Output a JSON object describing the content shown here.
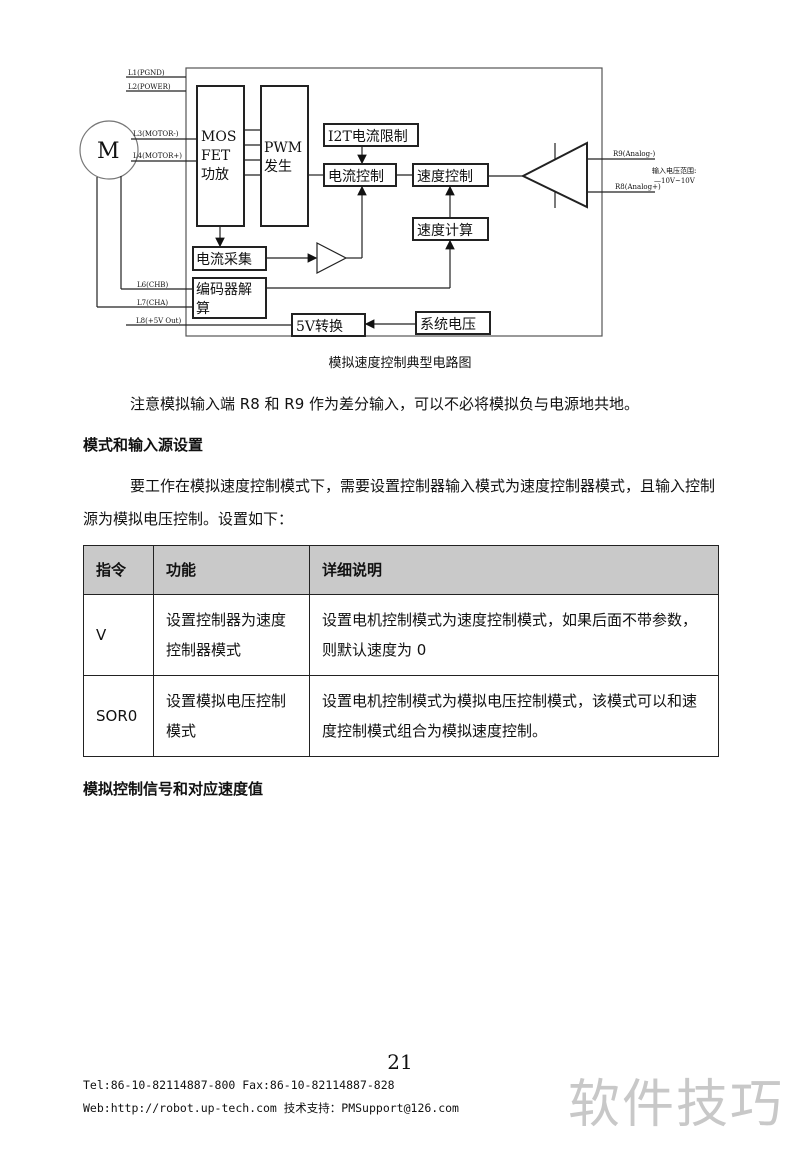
{
  "diagram": {
    "pins": {
      "l1": "L1(PGND)",
      "l2": "L2(POWER)",
      "l3": "L3(MOTOR-)",
      "l4": "L4(MOTOR+)",
      "l6": "L6(CHB)",
      "l7": "L7(CHA)",
      "l8": "L8(+5V Out)",
      "r9": "R9(Analog-)",
      "r8": "R8(Analog+)"
    },
    "motor": "M",
    "mosfet": [
      "MOS",
      "FET",
      "功放"
    ],
    "pwm": [
      "PWM",
      "发生"
    ],
    "i2t": "I2T电流限制",
    "current_control": "电流控制",
    "speed_control": "速度控制",
    "speed_calc": "速度计算",
    "current_sample": "电流采集",
    "encoder": [
      "编码器解",
      "算"
    ],
    "conv5v": "5V转换",
    "sys_voltage": "系统电压",
    "input_range": [
      "输入电压范围:",
      "—10V~10V"
    ]
  },
  "caption": "模拟速度控制典型电路图",
  "para1": "注意模拟输入端 R8 和 R9 作为差分输入，可以不必将模拟负与电源地共地。",
  "heading1": "模式和输入源设置",
  "para2": "要工作在模拟速度控制模式下，需要设置控制器输入模式为速度控制器模式，且输入控制源为模拟电压控制。设置如下：",
  "table": {
    "headers": [
      "指令",
      "功能",
      "详细说明"
    ],
    "rows": [
      [
        "V",
        "设置控制器为速度控制器模式",
        "设置电机控制模式为速度控制模式，如果后面不带参数，则默认速度为 0"
      ],
      [
        "SOR0",
        "设置模拟电压控制模式",
        "设置电机控制模式为模拟电压控制模式，该模式可以和速度控制模式组合为模拟速度控制。"
      ]
    ]
  },
  "heading2": "模拟控制信号和对应速度值",
  "page_number": "21",
  "footer": {
    "line1": "Tel:86-10-82114887-800 Fax:86-10-82114887-828",
    "line2": "Web:http://robot.up-tech.com 技术支持：PMSupport@126.com"
  },
  "watermark": "软件技巧"
}
